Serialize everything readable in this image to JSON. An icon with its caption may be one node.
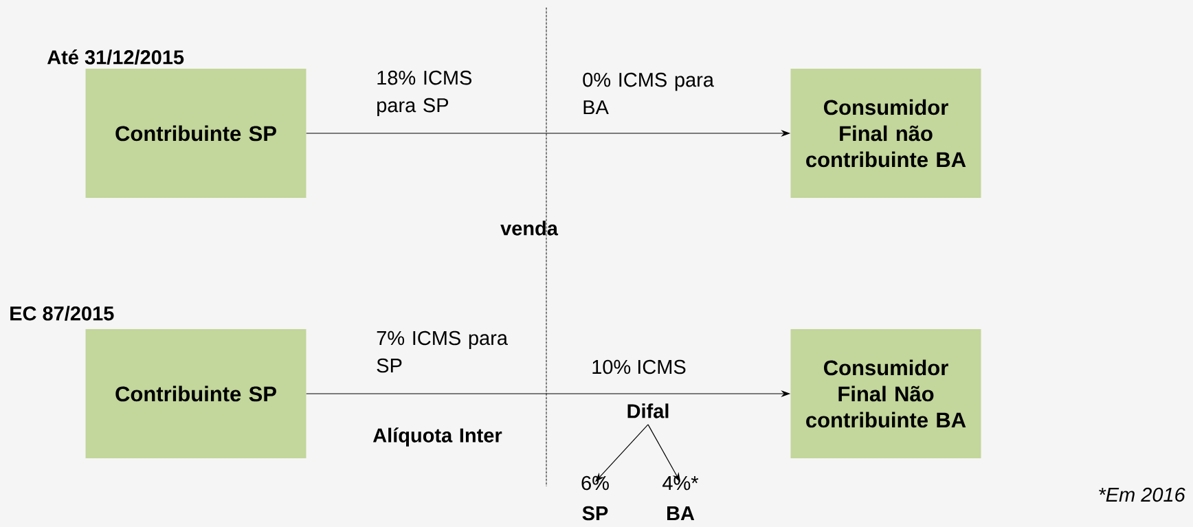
{
  "diagram": {
    "nodes": [
      {
        "text": [
          "Contribuinte SP"
        ]
      },
      {
        "text": [
          "Consumidor Final não contribuinte BA"
        ]
      },
      {
        "text": [
          "Contribuinte SP"
        ]
      },
      {
        "text": [
          "Consumidor Final Não contribuinte BA"
        ]
      },
      {
        "text": [
          "Difal"
        ]
      },
      {
        "text": [
          "6%",
          "SP"
        ]
      },
      {
        "text": [
          "4%*",
          "BA"
        ]
      }
    ],
    "edges": [
      {
        "from": 0,
        "to": 1,
        "arrow": "to"
      },
      {
        "from": 2,
        "to": 3,
        "arrow": "to"
      },
      {
        "from": 4,
        "to": 5,
        "arrow": "to"
      },
      {
        "from": 4,
        "to": 6,
        "arrow": "to"
      }
    ],
    "labels": [
      "Até 31/12/2015",
      "18% ICMS para SP",
      "0% ICMS para BA",
      "venda",
      "EC 87/2015",
      "7% ICMS para SP",
      "10% ICMS",
      "Alíquota Inter",
      "*Em 2016"
    ]
  }
}
